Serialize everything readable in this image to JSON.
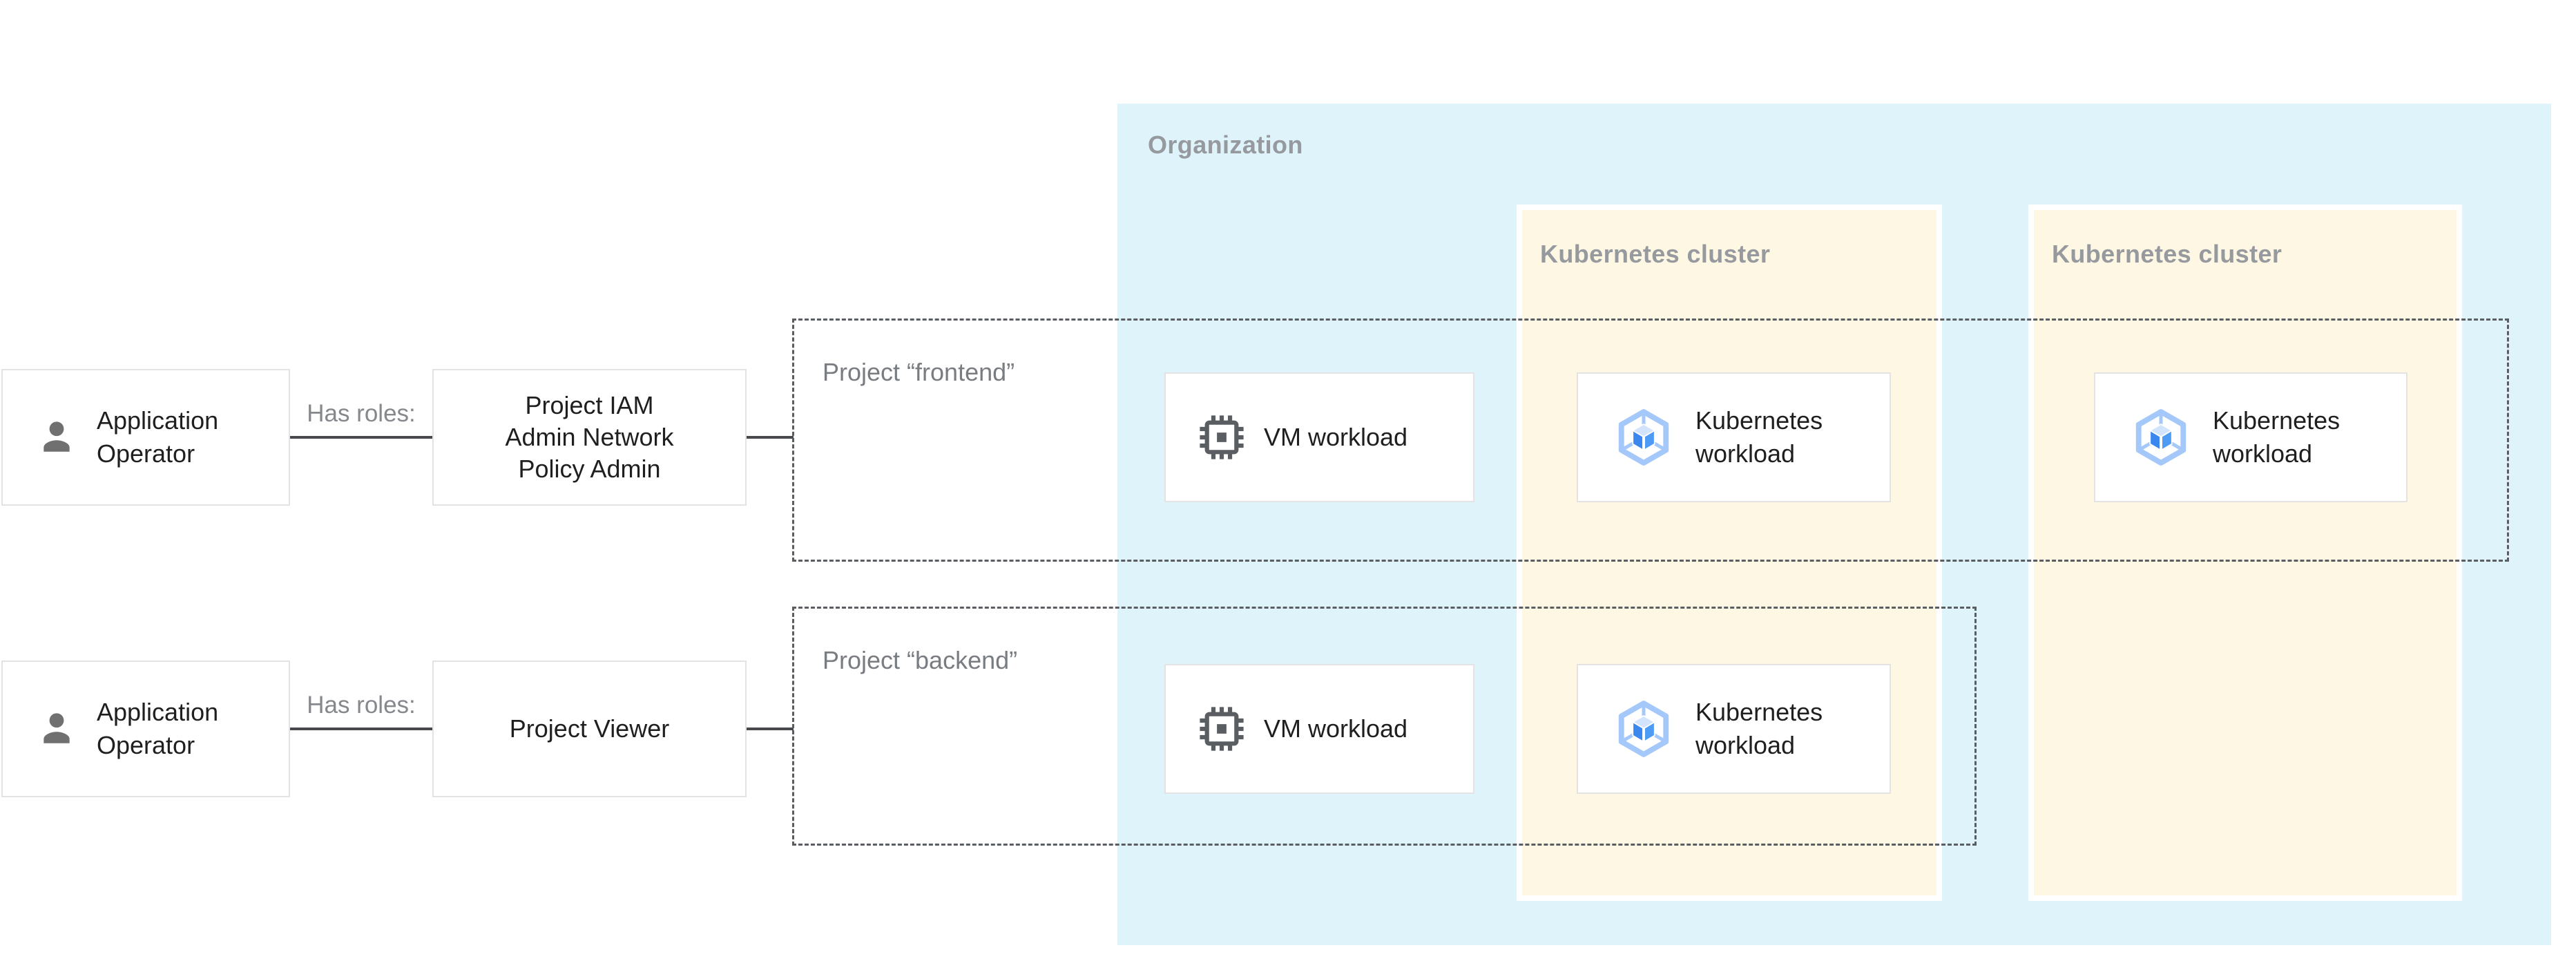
{
  "colors": {
    "organization_fill": "#DFF3FA",
    "kubernetes_cluster_fill": "#FEF7E3",
    "zone_label_text": "#96999E",
    "project_label_text": "#797C80",
    "edge_label_text": "#85888C",
    "node_text": "#1F1F1F",
    "node_border": "#E3E3E3",
    "connector_line": "#47494C",
    "dashed_border": "#5A5E62",
    "person_icon_gray": "#707070",
    "vm_chip_icon_gray": "#5A5E62",
    "gke_hexagon_light_blue": "#A5C8FB",
    "gke_cube_top_pale": "#D2E3FC",
    "gke_cube_left_blue": "#3B87F0",
    "gke_cube_right_blue": "#4E9BF5"
  },
  "zones": {
    "organization": {
      "label": "Organization"
    },
    "kubernetes_cluster_1": {
      "label": "Kubernetes cluster"
    },
    "kubernetes_cluster_2": {
      "label": "Kubernetes cluster"
    },
    "project_frontend": {
      "label": "Project “frontend”"
    },
    "project_backend": {
      "label": "Project “backend”"
    }
  },
  "actors": {
    "frontend_operator": {
      "line1": "Application",
      "line2": "Operator"
    },
    "backend_operator": {
      "line1": "Application",
      "line2": "Operator"
    }
  },
  "connectors": {
    "frontend_has_roles_label": "Has roles:",
    "backend_has_roles_label": "Has roles:"
  },
  "roles": {
    "frontend_role": {
      "line1": "Project IAM",
      "line2": "Admin Network",
      "line3": "Policy Admin"
    },
    "backend_role": {
      "label": "Project Viewer"
    }
  },
  "workloads": {
    "frontend_vm": {
      "label": "VM workload"
    },
    "frontend_k8s_cluster1": {
      "line1": "Kubernetes",
      "line2": "workload"
    },
    "frontend_k8s_cluster2": {
      "line1": "Kubernetes",
      "line2": "workload"
    },
    "backend_vm": {
      "label": "VM workload"
    },
    "backend_k8s_cluster1": {
      "line1": "Kubernetes",
      "line2": "workload"
    }
  }
}
